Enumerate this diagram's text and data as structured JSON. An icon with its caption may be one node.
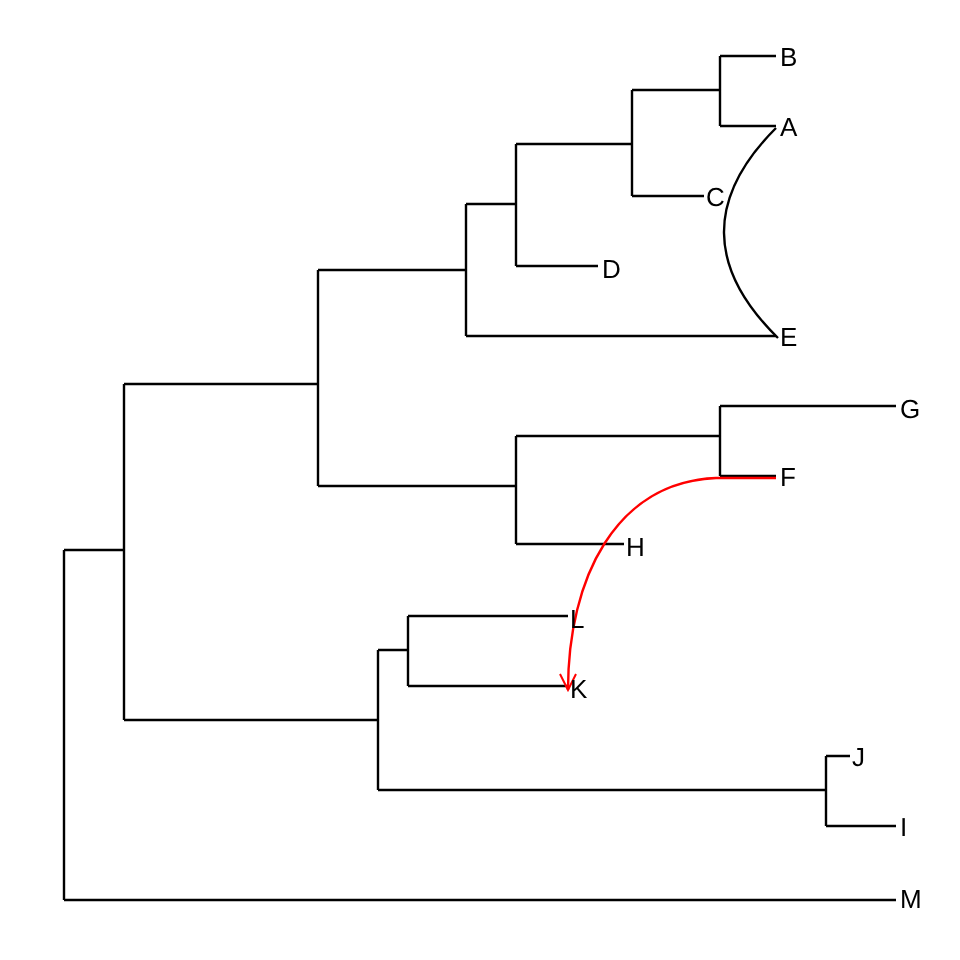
{
  "diagram": {
    "nodes": [
      {
        "text": [
          "B"
        ]
      },
      {
        "text": [
          "A"
        ]
      },
      {
        "text": [
          "C"
        ]
      },
      {
        "text": [
          "D"
        ]
      },
      {
        "text": [
          "E"
        ]
      },
      {
        "text": [
          "G"
        ]
      },
      {
        "text": [
          "F"
        ]
      },
      {
        "text": [
          "H"
        ]
      },
      {
        "text": [
          "L"
        ]
      },
      {
        "text": [
          "K"
        ]
      },
      {
        "text": [
          "J"
        ]
      },
      {
        "text": [
          "I"
        ]
      },
      {
        "text": [
          "M"
        ]
      }
    ],
    "edges": [
      {
        "from": 1,
        "to": 4,
        "arrow": "none"
      },
      {
        "from": 6,
        "to": 9,
        "arrow": "to",
        "color": "#ff0000"
      }
    ]
  }
}
